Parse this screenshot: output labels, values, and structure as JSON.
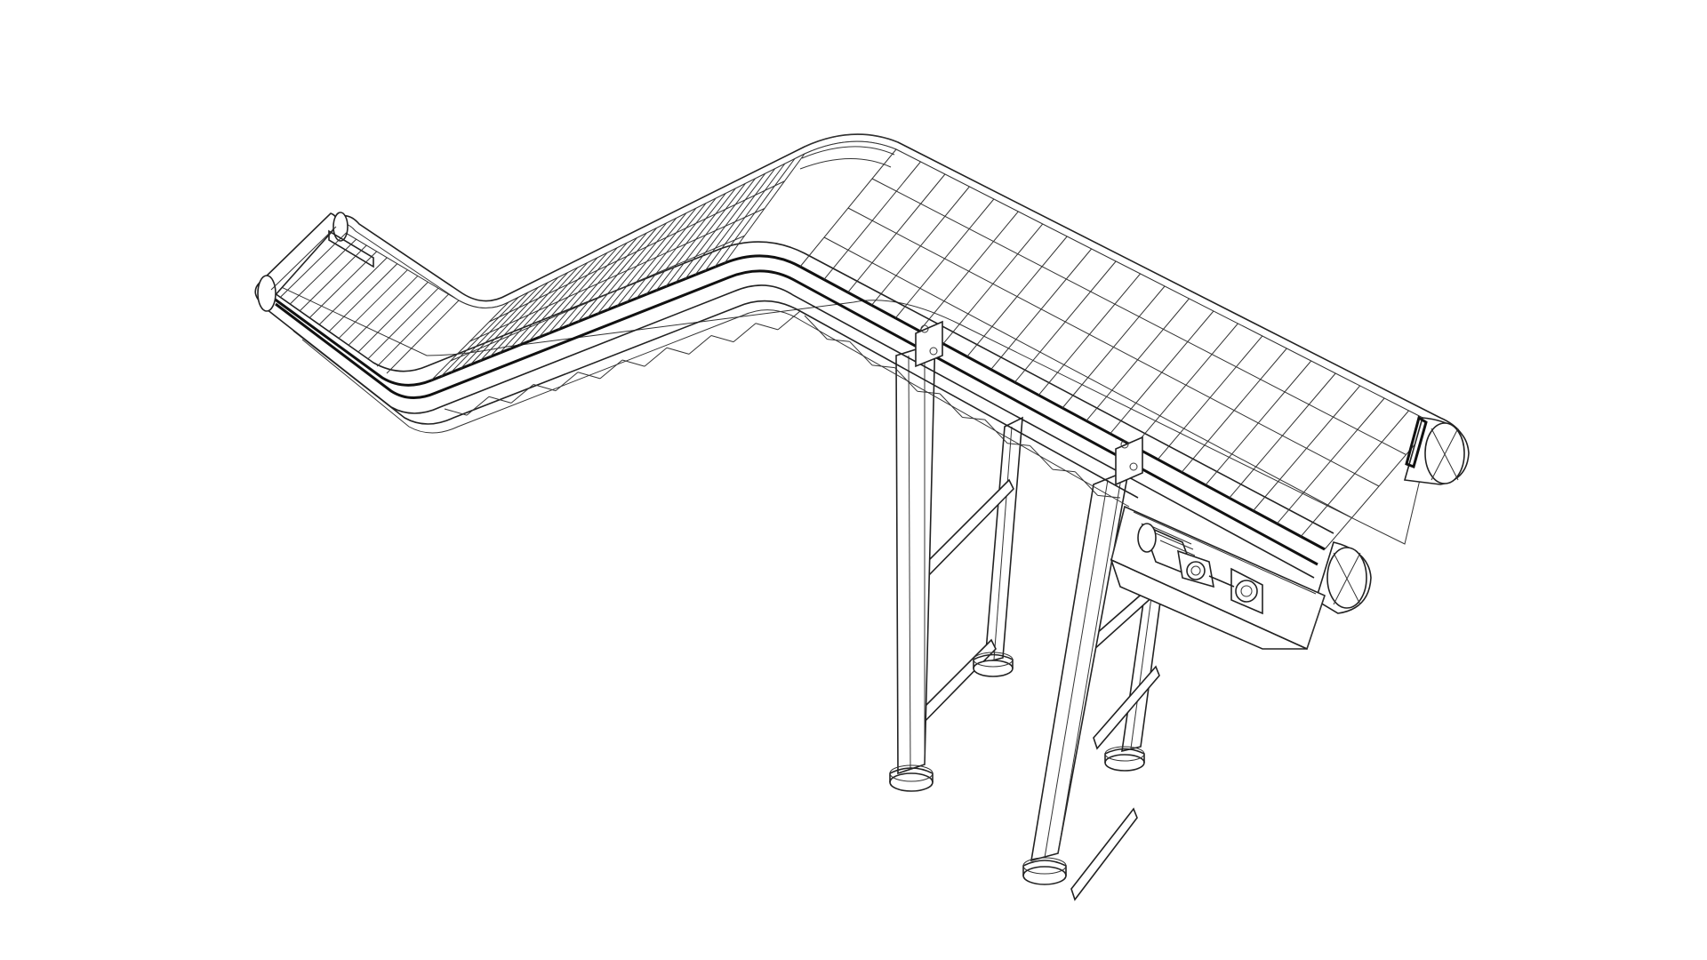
{
  "drawing": {
    "subject": "",
    "style": "wireframe-line-art",
    "colors": {
      "background": "#ffffff",
      "line": "#222222",
      "belt_edge": "#111111"
    },
    "components": [
      "infeed-section",
      "incline-section",
      "top-horizontal-section",
      "drive-unit-box",
      "gear-motor",
      "support-legs",
      "foot-pads"
    ]
  }
}
